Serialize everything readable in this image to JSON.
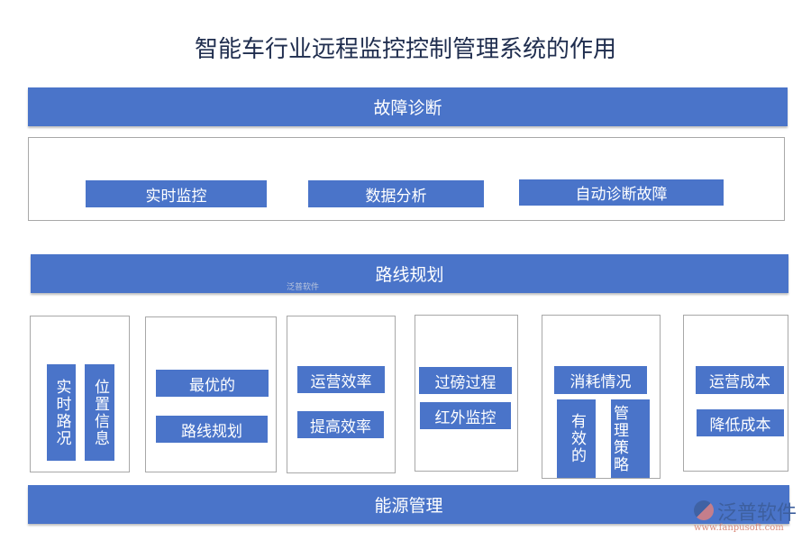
{
  "title": "智能车行业远程监控控制管理系统的作用",
  "sections": [
    {
      "label": "故障诊断",
      "items": [
        "实时监控",
        "数据分析",
        "自动诊断故障"
      ]
    },
    {
      "label": "路线规划",
      "groups": [
        [
          "实时路况",
          "位置信息"
        ],
        [
          "最优的",
          "路线规划"
        ],
        [
          "运营效率",
          "提高效率"
        ],
        [
          "过磅过程",
          "红外监控"
        ],
        [
          "消耗情况",
          "有效的",
          "管理策略"
        ],
        [
          "运营成本",
          "降低成本"
        ]
      ]
    },
    {
      "label": "能源管理"
    }
  ],
  "watermark": {
    "brand": "泛普软件",
    "url": "www.fanpusoft.com"
  },
  "colors": {
    "accent": "#4a74c9",
    "title": "#1f2d4e",
    "border": "#a8a8a8"
  }
}
